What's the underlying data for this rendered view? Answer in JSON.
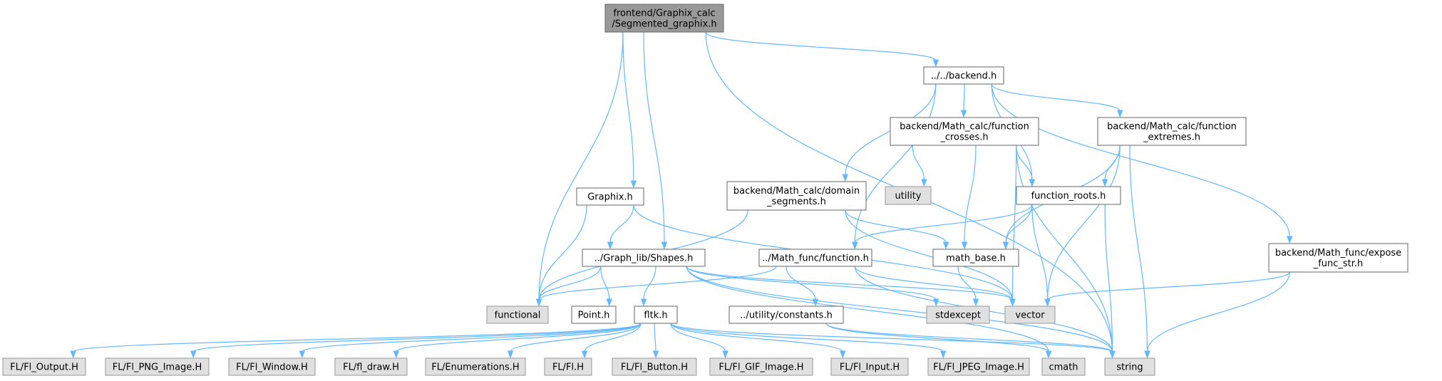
{
  "nodes": [
    {
      "id": "root",
      "kind": "root",
      "lines": [
        "frontend/Graphix_calc",
        "/Segmented_graphix.h"
      ]
    },
    {
      "id": "backend",
      "kind": "internal",
      "lines": [
        "../../backend.h"
      ]
    },
    {
      "id": "crosses",
      "kind": "internal",
      "lines": [
        "backend/Math_calc/function",
        "_crosses.h"
      ]
    },
    {
      "id": "extremes",
      "kind": "internal",
      "lines": [
        "backend/Math_calc/function",
        "_extremes.h"
      ]
    },
    {
      "id": "graphix",
      "kind": "internal",
      "lines": [
        "Graphix.h"
      ]
    },
    {
      "id": "domain",
      "kind": "internal",
      "lines": [
        "backend/Math_calc/domain",
        "_segments.h"
      ]
    },
    {
      "id": "utility",
      "kind": "system",
      "lines": [
        "utility"
      ]
    },
    {
      "id": "roots",
      "kind": "internal",
      "lines": [
        "function_roots.h"
      ]
    },
    {
      "id": "shapes",
      "kind": "internal",
      "lines": [
        "../Graph_lib/Shapes.h"
      ]
    },
    {
      "id": "mfunction",
      "kind": "internal",
      "lines": [
        "../Math_func/function.h"
      ]
    },
    {
      "id": "mathbase",
      "kind": "internal",
      "lines": [
        "math_base.h"
      ]
    },
    {
      "id": "expose",
      "kind": "internal",
      "lines": [
        "backend/Math_func/expose",
        "_func_str.h"
      ]
    },
    {
      "id": "functional",
      "kind": "system",
      "lines": [
        "functional"
      ]
    },
    {
      "id": "point",
      "kind": "internal",
      "lines": [
        "Point.h"
      ]
    },
    {
      "id": "fltk",
      "kind": "internal",
      "lines": [
        "fltk.h"
      ]
    },
    {
      "id": "constants",
      "kind": "internal",
      "lines": [
        "../utility/constants.h"
      ]
    },
    {
      "id": "stdexcept",
      "kind": "system",
      "lines": [
        "stdexcept"
      ]
    },
    {
      "id": "vector",
      "kind": "system",
      "lines": [
        "vector"
      ]
    },
    {
      "id": "output",
      "kind": "system",
      "lines": [
        "FL/Fl_Output.H"
      ]
    },
    {
      "id": "png",
      "kind": "system",
      "lines": [
        "FL/Fl_PNG_Image.H"
      ]
    },
    {
      "id": "window",
      "kind": "system",
      "lines": [
        "FL/Fl_Window.H"
      ]
    },
    {
      "id": "draw",
      "kind": "system",
      "lines": [
        "FL/fl_draw.H"
      ]
    },
    {
      "id": "enums",
      "kind": "system",
      "lines": [
        "FL/Enumerations.H"
      ]
    },
    {
      "id": "flh",
      "kind": "system",
      "lines": [
        "FL/Fl.H"
      ]
    },
    {
      "id": "button",
      "kind": "system",
      "lines": [
        "FL/Fl_Button.H"
      ]
    },
    {
      "id": "gif",
      "kind": "system",
      "lines": [
        "FL/Fl_GIF_Image.H"
      ]
    },
    {
      "id": "input",
      "kind": "system",
      "lines": [
        "FL/Fl_Input.H"
      ]
    },
    {
      "id": "jpeg",
      "kind": "system",
      "lines": [
        "FL/Fl_JPEG_Image.H"
      ]
    },
    {
      "id": "cmath",
      "kind": "system",
      "lines": [
        "cmath"
      ]
    },
    {
      "id": "string",
      "kind": "system",
      "lines": [
        "string"
      ]
    }
  ],
  "edges": [
    [
      "root",
      "backend"
    ],
    [
      "root",
      "graphix"
    ],
    [
      "root",
      "shapes"
    ],
    [
      "root",
      "functional"
    ],
    [
      "root",
      "string"
    ],
    [
      "backend",
      "crosses"
    ],
    [
      "backend",
      "extremes"
    ],
    [
      "backend",
      "domain"
    ],
    [
      "backend",
      "roots"
    ],
    [
      "backend",
      "mfunction"
    ],
    [
      "backend",
      "expose"
    ],
    [
      "crosses",
      "utility"
    ],
    [
      "crosses",
      "roots"
    ],
    [
      "crosses",
      "mathbase"
    ],
    [
      "crosses",
      "vector"
    ],
    [
      "crosses",
      "string"
    ],
    [
      "extremes",
      "roots"
    ],
    [
      "extremes",
      "mathbase"
    ],
    [
      "extremes",
      "vector"
    ],
    [
      "extremes",
      "string"
    ],
    [
      "graphix",
      "shapes"
    ],
    [
      "graphix",
      "functional"
    ],
    [
      "graphix",
      "vector"
    ],
    [
      "domain",
      "mathbase"
    ],
    [
      "domain",
      "vector"
    ],
    [
      "domain",
      "functional"
    ],
    [
      "roots",
      "mfunction"
    ],
    [
      "roots",
      "mathbase"
    ],
    [
      "roots",
      "vector"
    ],
    [
      "roots",
      "string"
    ],
    [
      "shapes",
      "functional"
    ],
    [
      "shapes",
      "point"
    ],
    [
      "shapes",
      "fltk"
    ],
    [
      "shapes",
      "stdexcept"
    ],
    [
      "shapes",
      "vector"
    ],
    [
      "shapes",
      "string"
    ],
    [
      "shapes",
      "cmath"
    ],
    [
      "mfunction",
      "functional"
    ],
    [
      "mfunction",
      "constants"
    ],
    [
      "mfunction",
      "vector"
    ],
    [
      "mfunction",
      "string"
    ],
    [
      "mathbase",
      "stdexcept"
    ],
    [
      "expose",
      "vector"
    ],
    [
      "expose",
      "string"
    ],
    [
      "fltk",
      "output"
    ],
    [
      "fltk",
      "png"
    ],
    [
      "fltk",
      "window"
    ],
    [
      "fltk",
      "draw"
    ],
    [
      "fltk",
      "enums"
    ],
    [
      "fltk",
      "flh"
    ],
    [
      "fltk",
      "button"
    ],
    [
      "fltk",
      "gif"
    ],
    [
      "fltk",
      "input"
    ],
    [
      "fltk",
      "jpeg"
    ],
    [
      "fltk",
      "string"
    ],
    [
      "constants",
      "cmath"
    ],
    [
      "constants",
      "string"
    ]
  ]
}
